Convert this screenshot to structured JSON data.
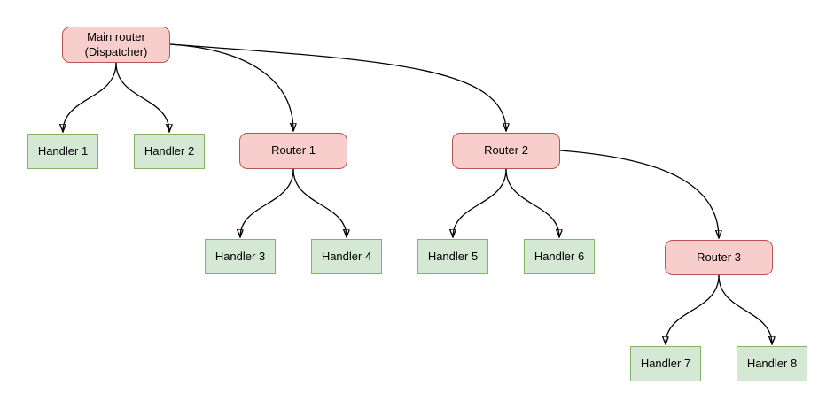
{
  "diagram": {
    "type": "tree",
    "colors": {
      "router_fill": "#f8cecc",
      "router_border": "#b85450",
      "handler_fill": "#d5e8d4",
      "handler_border": "#82b366",
      "edge": "#000000",
      "background": "#ffffff",
      "text": "#000000"
    },
    "nodes": {
      "main": {
        "label": "Main router\n(Dispatcher)",
        "type": "router"
      },
      "router1": {
        "label": "Router 1",
        "type": "router"
      },
      "router2": {
        "label": "Router 2",
        "type": "router"
      },
      "router3": {
        "label": "Router 3",
        "type": "router"
      },
      "handler1": {
        "label": "Handler 1",
        "type": "handler"
      },
      "handler2": {
        "label": "Handler 2",
        "type": "handler"
      },
      "handler3": {
        "label": "Handler 3",
        "type": "handler"
      },
      "handler4": {
        "label": "Handler 4",
        "type": "handler"
      },
      "handler5": {
        "label": "Handler 5",
        "type": "handler"
      },
      "handler6": {
        "label": "Handler 6",
        "type": "handler"
      },
      "handler7": {
        "label": "Handler 7",
        "type": "handler"
      },
      "handler8": {
        "label": "Handler 8",
        "type": "handler"
      }
    },
    "edges": [
      {
        "from": "main",
        "to": "handler1"
      },
      {
        "from": "main",
        "to": "handler2"
      },
      {
        "from": "main",
        "to": "router1"
      },
      {
        "from": "main",
        "to": "router2"
      },
      {
        "from": "router1",
        "to": "handler3"
      },
      {
        "from": "router1",
        "to": "handler4"
      },
      {
        "from": "router2",
        "to": "handler5"
      },
      {
        "from": "router2",
        "to": "handler6"
      },
      {
        "from": "router2",
        "to": "router3"
      },
      {
        "from": "router3",
        "to": "handler7"
      },
      {
        "from": "router3",
        "to": "handler8"
      }
    ]
  }
}
